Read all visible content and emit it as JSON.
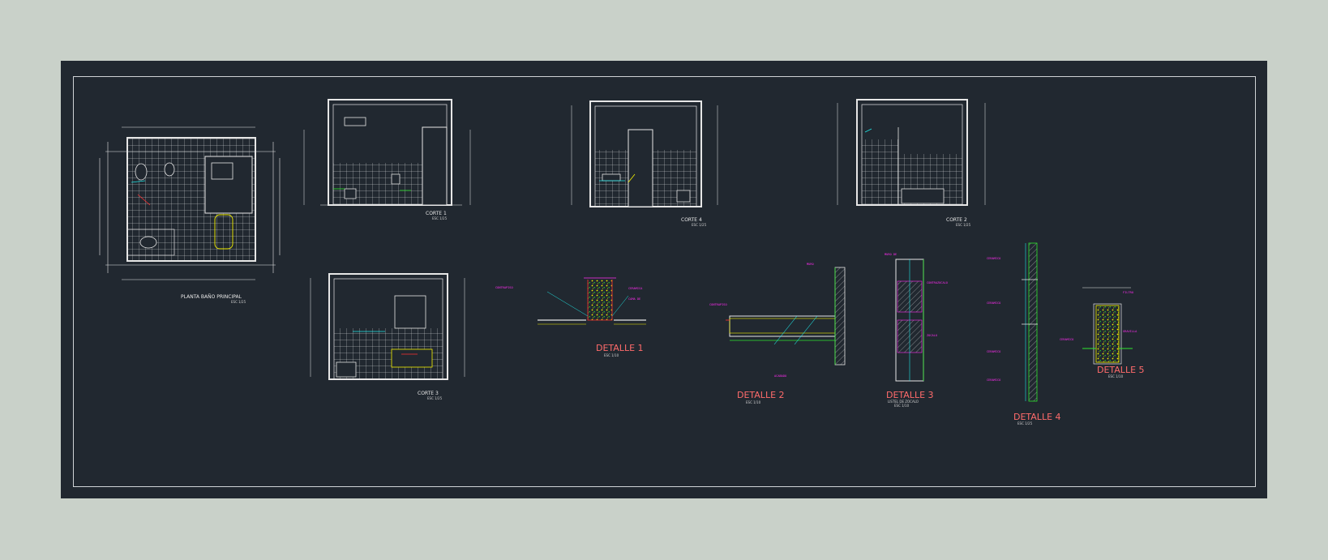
{
  "colors": {
    "background": "#c9d1c9",
    "sheet": "#212830",
    "frame": "#cfd3d6",
    "line_white": "#e6e6e6",
    "line_cyan": "#21e3e3",
    "line_magenta": "#ff2cf0",
    "line_yellow": "#f4f000",
    "line_green": "#2ee62e",
    "line_red": "#ff3030",
    "detail_title": "#ff6b6b"
  },
  "plan": {
    "title": "PLANTA BAÑO PRINCIPAL",
    "scale": "ESC 1/25"
  },
  "sections": [
    {
      "title": "CORTE 1",
      "scale": "ESC 1/25"
    },
    {
      "title": "CORTE 4",
      "scale": "ESC 1/25"
    },
    {
      "title": "CORTE 2",
      "scale": "ESC 1/25"
    },
    {
      "title": "CORTE 3",
      "scale": "ESC 1/25"
    }
  ],
  "details": [
    {
      "title": "DETALLE 1",
      "scale": "ESC 1/10"
    },
    {
      "title": "DETALLE 2",
      "scale": "ESC 1/10"
    },
    {
      "title": "DETALLE 3",
      "subtitle": "LISTEL DE ZOCALO",
      "scale": "ESC 1/10"
    },
    {
      "title": "DETALLE 4",
      "scale": "ESC 1/25"
    },
    {
      "title": "DETALLE 5",
      "scale": "ESC 1/10"
    }
  ]
}
